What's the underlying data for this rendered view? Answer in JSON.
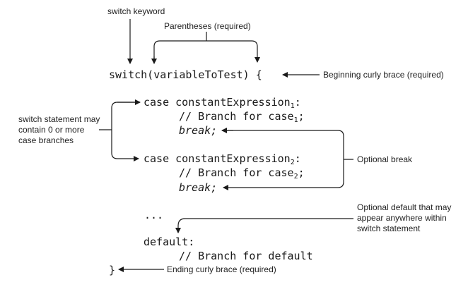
{
  "code": {
    "switch_line": "switch(variableToTest) {",
    "case_keyword": "case constantExpression",
    "case1_sub": "1",
    "case2_sub": "2",
    "colon": ":",
    "branch_prefix": "// Branch for case",
    "semicolon": ";",
    "break_stmt": "break;",
    "ellipsis": "...",
    "default_line": "default:",
    "default_branch": "// Branch for default",
    "closing_brace": "}"
  },
  "annotations": {
    "switch_keyword": "switch keyword",
    "parentheses": "Parentheses (required)",
    "beginning_brace": "Beginning curly brace (required)",
    "case_branches": [
      "switch statement may",
      "contain 0 or more",
      "case branches"
    ],
    "optional_break": "Optional break",
    "optional_default": [
      "Optional default that may",
      "appear anywhere within",
      "switch statement"
    ],
    "ending_brace": "Ending curly brace (required)"
  },
  "colors": {
    "text": "#1a1a1a",
    "arrow": "#1a1a1a"
  }
}
